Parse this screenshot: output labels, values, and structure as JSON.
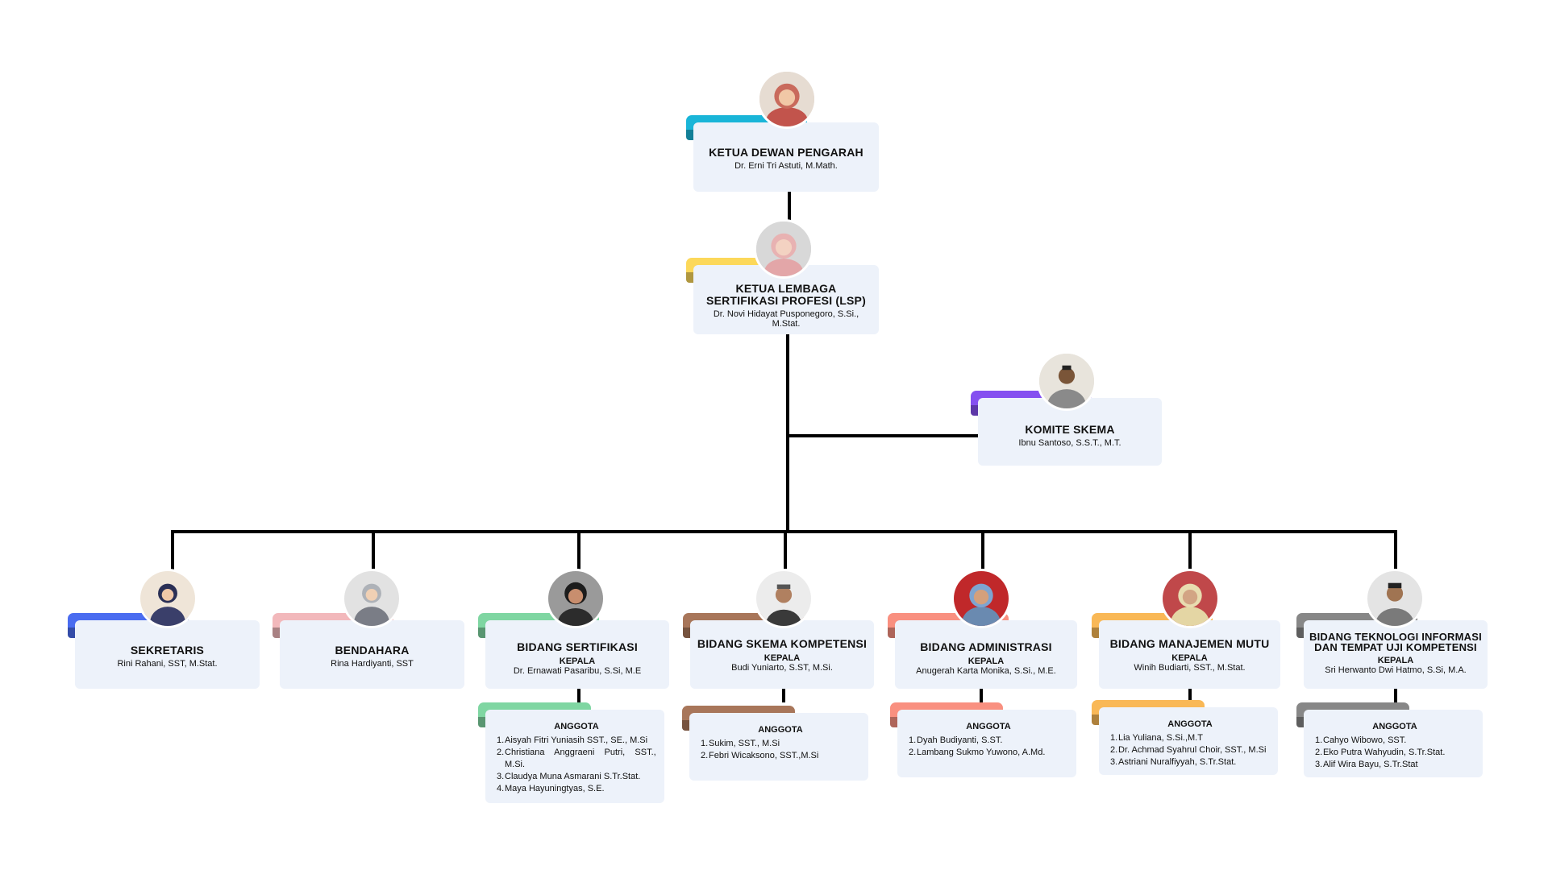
{
  "top": {
    "title": "KETUA DEWAN PENGARAH",
    "name": "Dr. Erni Tri Astuti, M.Math."
  },
  "lsp": {
    "title_line1": "KETUA LEMBAGA",
    "title_line2": "SERTIFIKASI PROFESI (LSP)",
    "name_line1": "Dr. Novi Hidayat Pusponegoro, S.Si.,",
    "name_line2": "M.Stat."
  },
  "komite": {
    "title": "KOMITE SKEMA",
    "name": "Ibnu Santoso, S.S.T., M.T."
  },
  "units": [
    {
      "title": "SEKRETARIS",
      "name": "Rini Rahani, SST, M.Stat.",
      "color": "#4a6cf0"
    },
    {
      "title": "BENDAHARA",
      "name": "Rina Hardiyanti, SST",
      "color": "#f2b8bb"
    },
    {
      "title": "BIDANG SERTIFIKASI",
      "role": "KEPALA",
      "name": "Dr. Ernawati Pasaribu, S.Si, M.E",
      "color": "#7fd6a2",
      "members_head": "ANGGOTA",
      "members": [
        "1.",
        "Aisyah Fitri Yuniasih SST., SE., M.Si",
        "2.",
        "Christiana    Anggraeni    Putri,    SST.,",
        "M.Si.",
        "3.",
        "Claudya Muna Asmarani S.Tr.Stat.",
        "4.",
        "Maya Hayuningtyas, S.E."
      ]
    },
    {
      "title": "BIDANG SKEMA KOMPETENSI",
      "role": "KEPALA",
      "name": "Budi Yuniarto, S.ST, M.Si.",
      "color": "#a8765a",
      "members_head": "ANGGOTA",
      "members": [
        "1.",
        "Sukim, SST., M.Si",
        "2.",
        "Febri Wicaksono, SST.,M.Si"
      ]
    },
    {
      "title": "BIDANG ADMINISTRASI",
      "role": "KEPALA",
      "name": "Anugerah Karta Monika, S.Si., M.E.",
      "color": "#f99080",
      "members_head": "ANGGOTA",
      "members": [
        "1.",
        "Dyah Budiyanti, S.ST.",
        "2.",
        "Lambang Sukmo Yuwono, A.Md."
      ]
    },
    {
      "title": "BIDANG MANAJEMEN MUTU",
      "role": "KEPALA",
      "name": "Winih Budiarti, SST., M.Stat.",
      "color": "#f9b856",
      "members_head": "ANGGOTA",
      "members": [
        "1.",
        "Lia Yuliana, S.Si.,M.T",
        "2.",
        "Dr. Achmad Syahrul Choir, SST., M.Si",
        "3.",
        "Astriani Nuralfiyyah, S.Tr.Stat."
      ]
    },
    {
      "title_line1": "BIDANG TEKNOLOGI INFORMASI",
      "title_line2": "DAN TEMPAT UJI KOMPETENSI",
      "role": "KEPALA",
      "name": "Sri Herwanto Dwi Hatmo, S.Si, M.A.",
      "color": "#878787",
      "members_head": "ANGGOTA",
      "members": [
        "1.",
        "Cahyo Wibowo, SST.",
        "2.",
        "Eko Putra Wahyudin, S.Tr.Stat.",
        "3.",
        "Alif Wira Bayu, S.Tr.Stat"
      ]
    }
  ],
  "colors": {
    "top_tab": "#19b5d8",
    "lsp_tab": "#fcd85a",
    "komite_tab": "#8550f0",
    "card_bg": "#edf2fa"
  },
  "icons": {
    "avatar": "person-photo-icon"
  }
}
